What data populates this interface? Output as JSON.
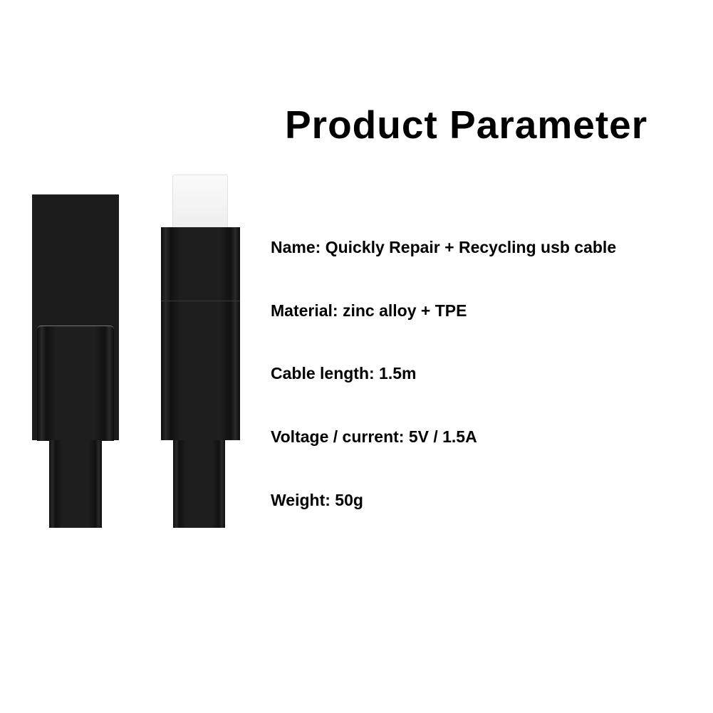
{
  "title": "Product Parameter",
  "specs": [
    "Name: Quickly Repair + Recycling usb cable",
    "Material: zinc alloy + TPE",
    "Cable length: 1.5m",
    "Voltage / current: 5V / 1.5A",
    "Weight: 50g"
  ]
}
